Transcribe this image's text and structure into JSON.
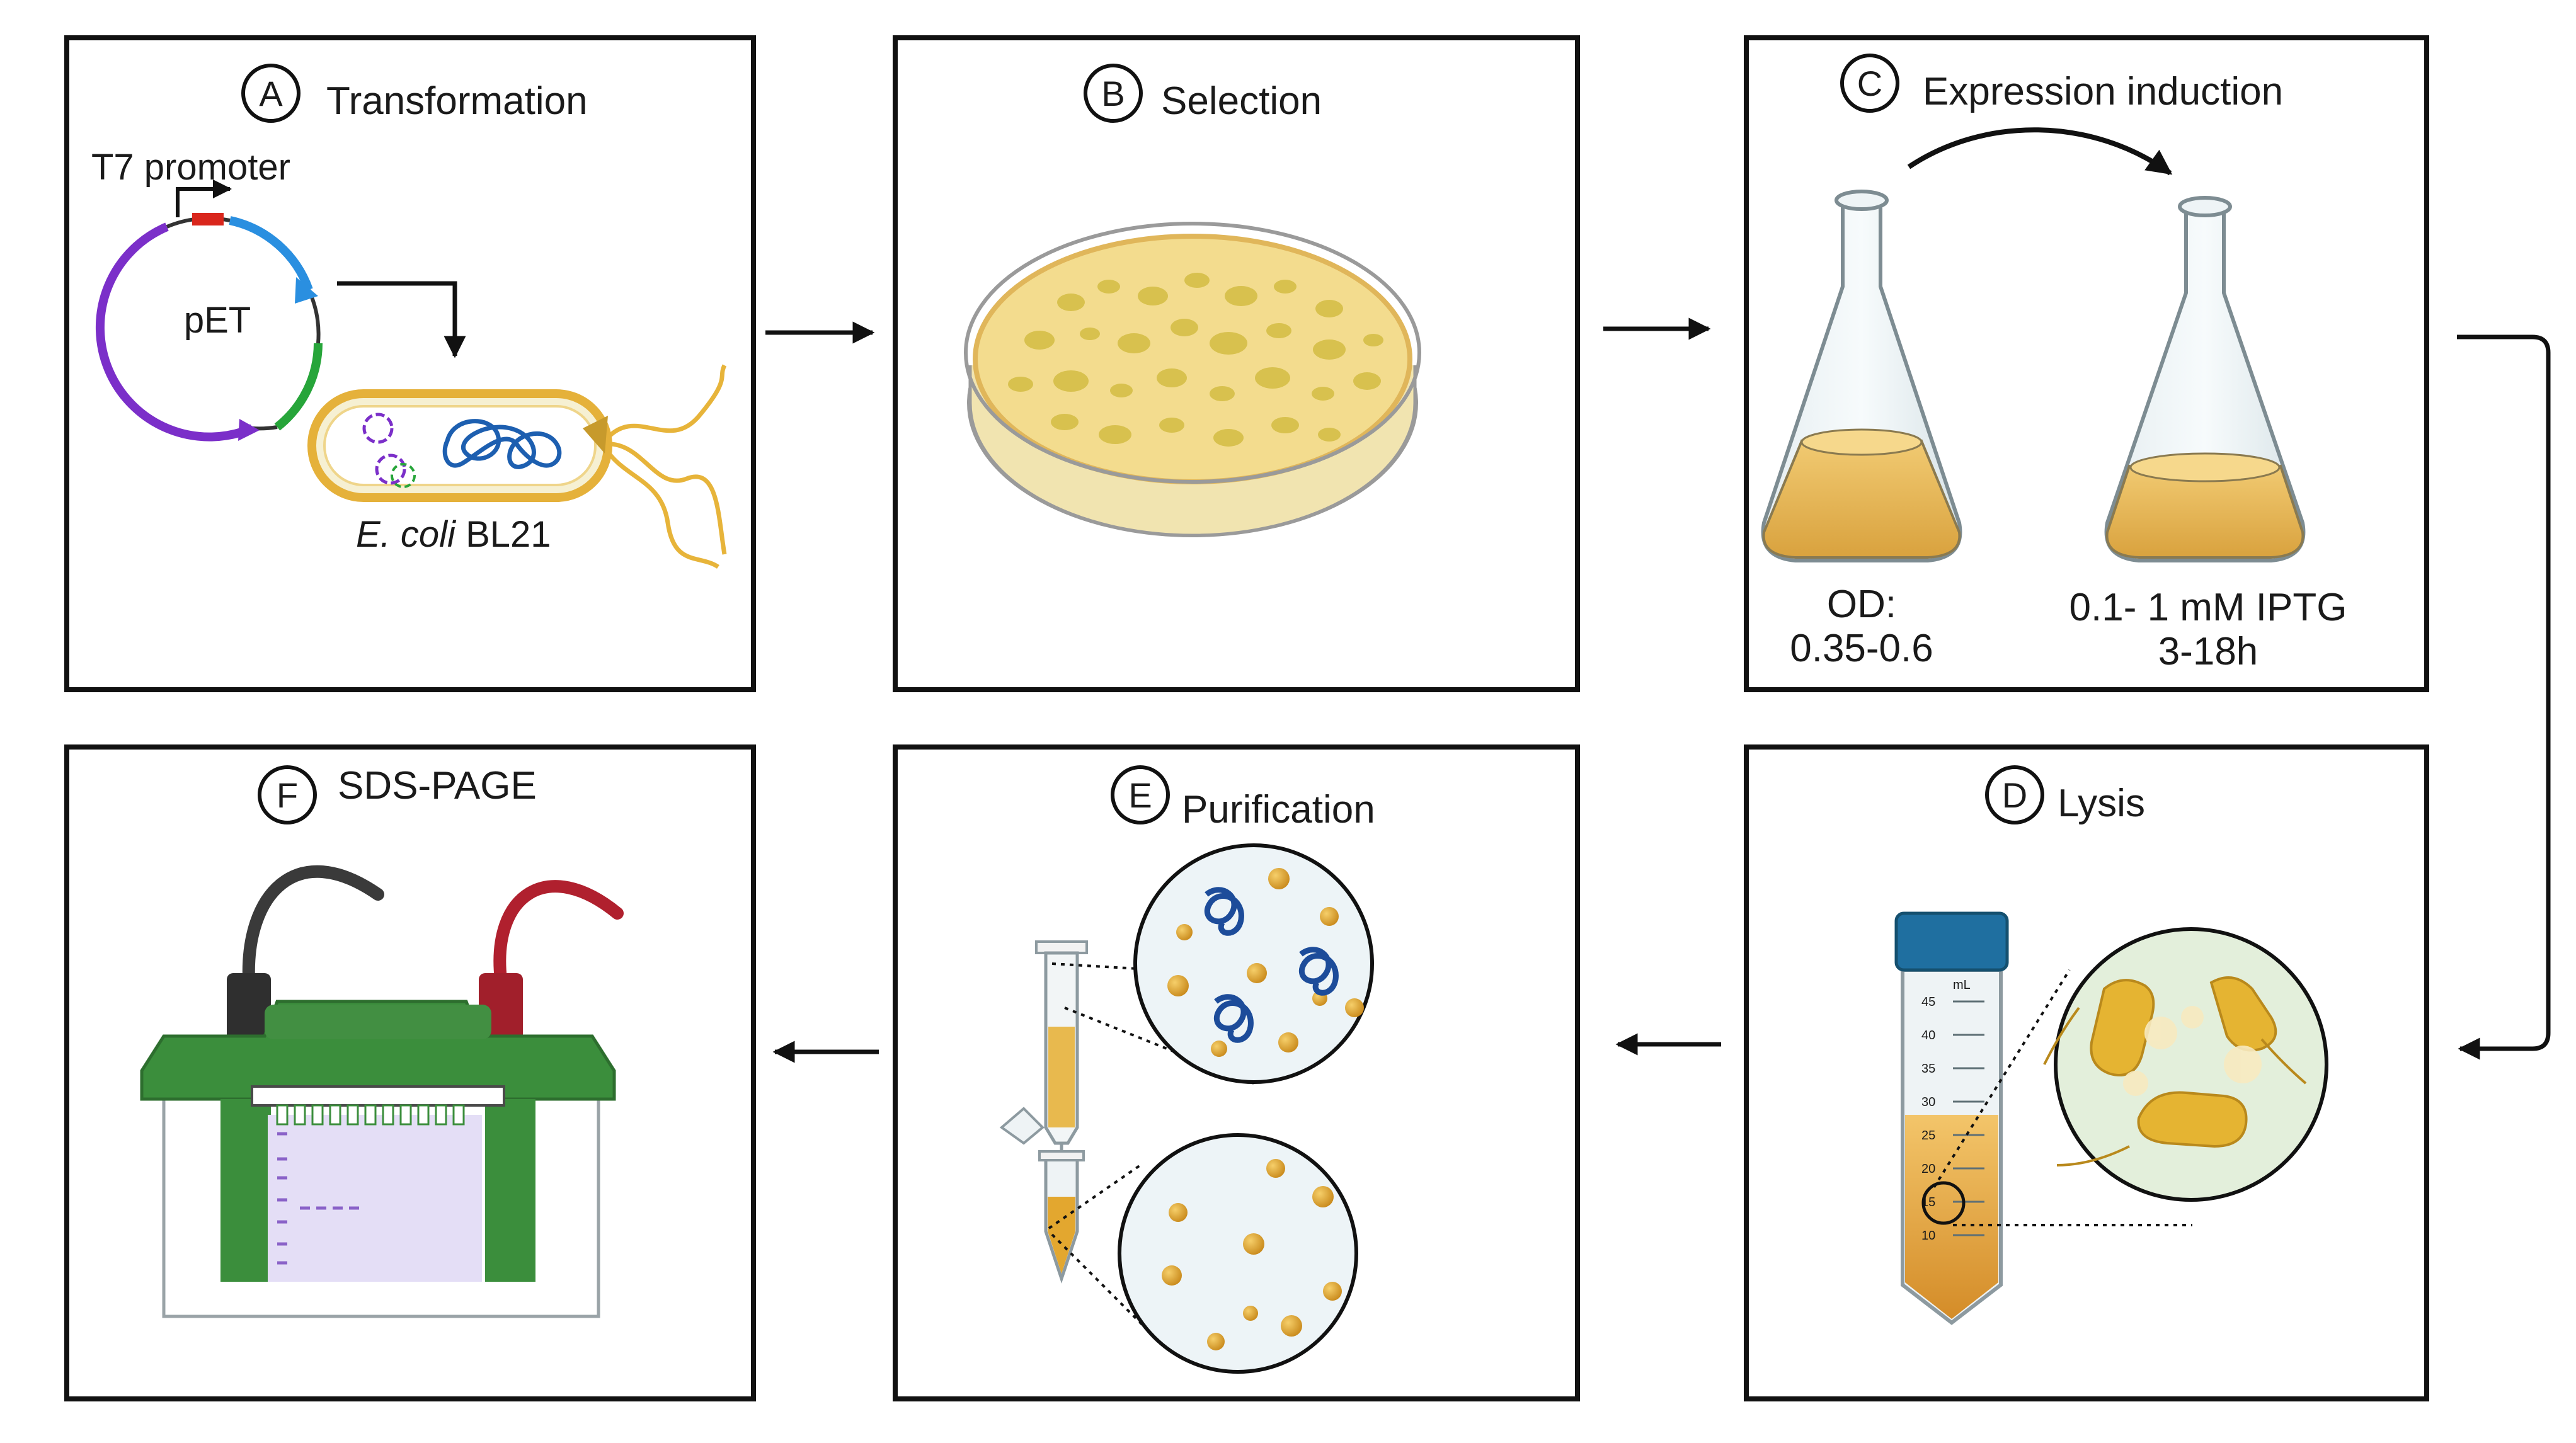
{
  "panels": {
    "a": {
      "letter": "A",
      "title": "Transformation",
      "promoter": "T7 promoter",
      "plasmid": "pET",
      "strain_italic": "E. coli",
      "strain_rest": "BL21"
    },
    "b": {
      "letter": "B",
      "title": "Selection"
    },
    "c": {
      "letter": "C",
      "title": "Expression induction",
      "od_label": "OD:",
      "od_value": "0.35-0.6",
      "iptg": "0.1- 1 mM IPTG",
      "time": "3-18h"
    },
    "d": {
      "letter": "D",
      "title": "Lysis",
      "tube_unit": "mL",
      "tube_ticks": [
        "45",
        "40",
        "35",
        "30",
        "25",
        "20",
        "15",
        "10"
      ]
    },
    "e": {
      "letter": "E",
      "title": "Purification"
    },
    "f": {
      "letter": "F",
      "title": "SDS-PAGE"
    }
  },
  "colors": {
    "panel_border": "#111111",
    "plasmid_purple": "#7b2fc9",
    "plasmid_blue": "#2a8fe0",
    "plasmid_green": "#27a53a",
    "promoter_red": "#d9261c",
    "agar": "#f3dc8e",
    "colony": "#d8c14e",
    "culture": "#e9b85a",
    "tube_cap": "#1f6fa0",
    "gel_green": "#3b8e3c",
    "gel_purple": "#8a62c8",
    "cable_red": "#b0202e"
  }
}
